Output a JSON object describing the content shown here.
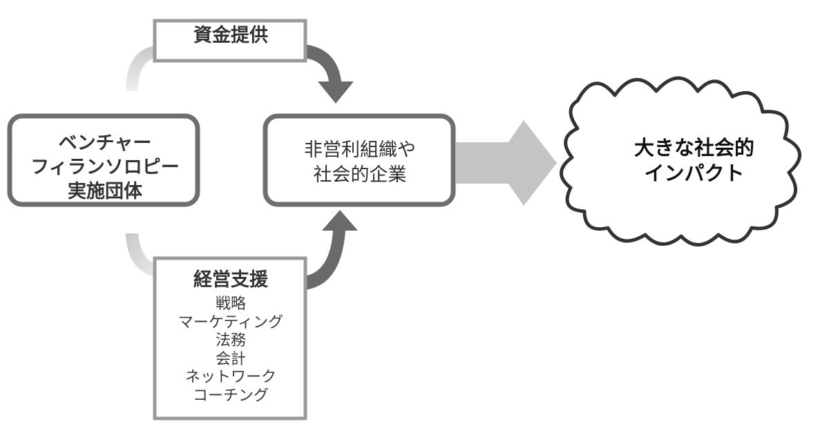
{
  "funding_box": {
    "label": "資金提供"
  },
  "venture_box": {
    "lines": [
      "ベンチャー",
      "フィランソロピー",
      "実施団体"
    ]
  },
  "nonprofit_box": {
    "lines": [
      "非営利組織や",
      "社会的企業"
    ]
  },
  "support_box": {
    "title": "経営支援",
    "items": [
      "戦略",
      "マーケティング",
      "法務",
      "会計",
      "ネットワーク",
      "コーチング"
    ]
  },
  "impact_cloud": {
    "lines": [
      "大きな社会的",
      "インパクト"
    ]
  },
  "colors": {
    "box_border": "#6e6e6e",
    "support_border": "#9a9a9a",
    "arrow_dark": "#6a6a6a",
    "arrow_light": "#d8d8d8",
    "big_arrow": "#c4c4c4",
    "cloud_border": "#333333"
  }
}
